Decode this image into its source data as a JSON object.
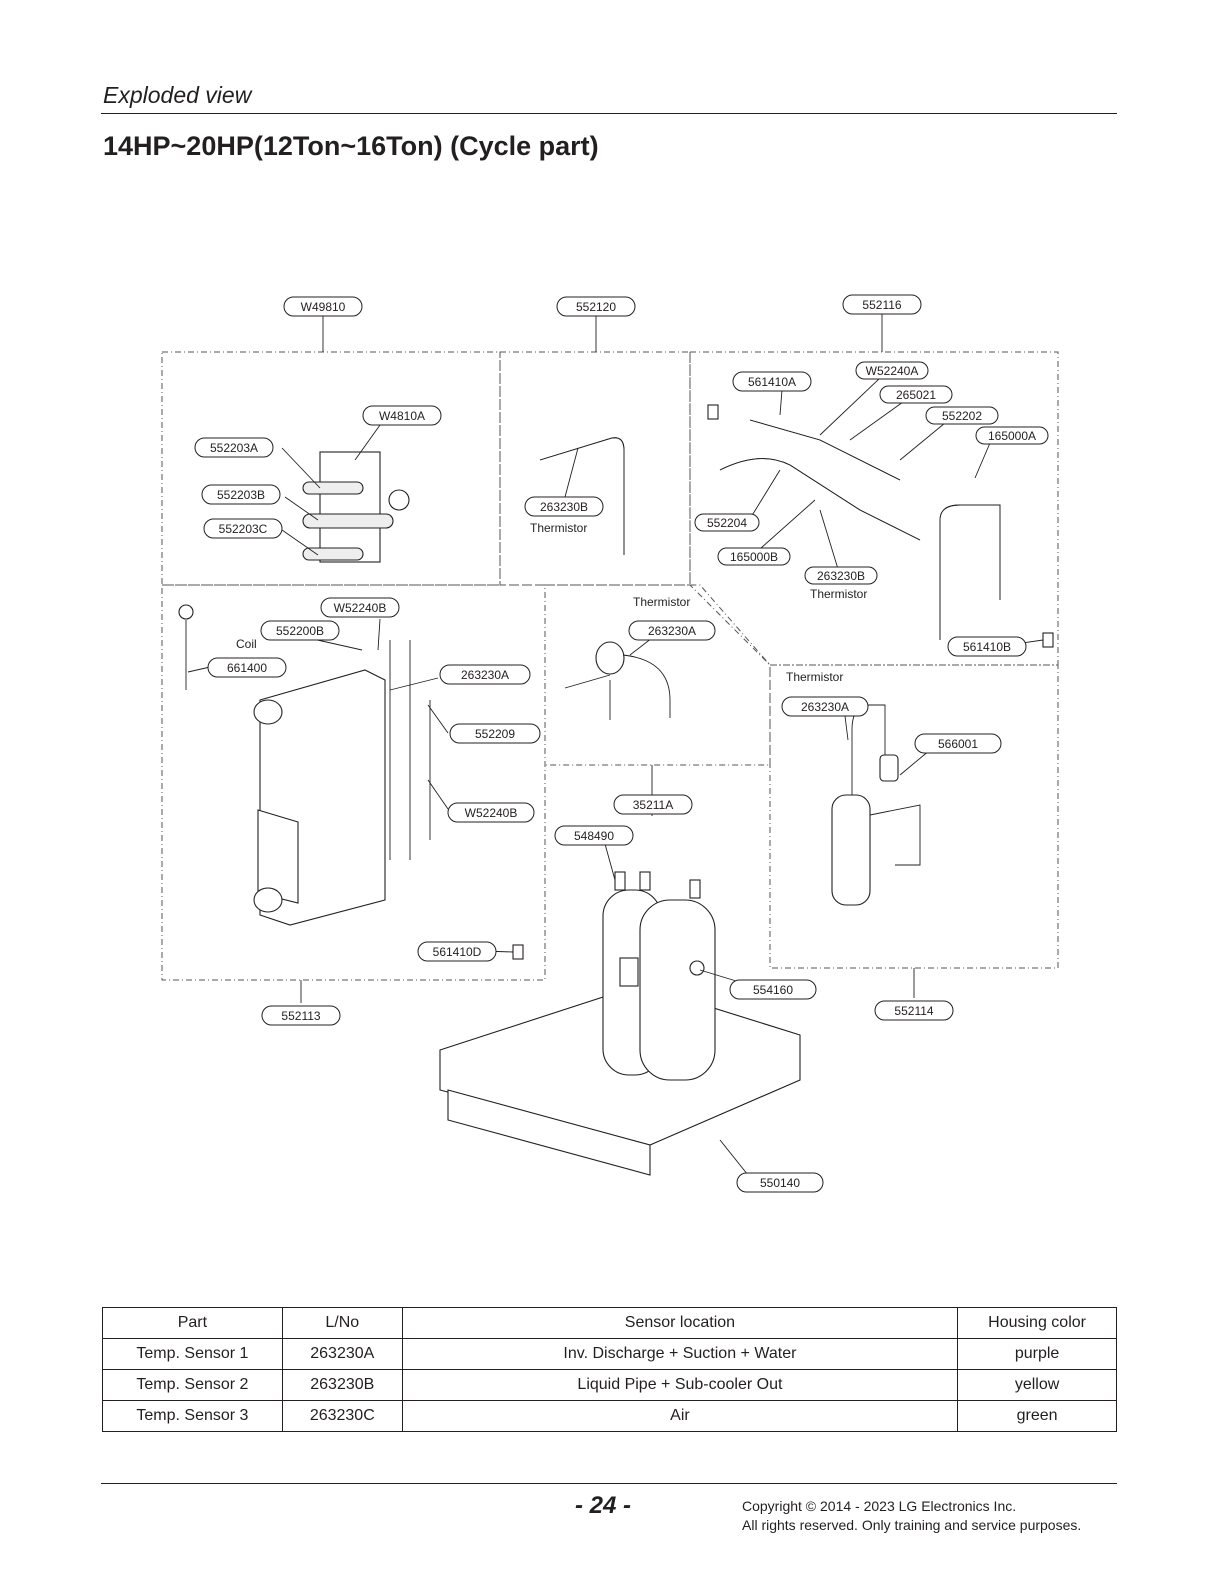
{
  "header": {
    "section": "Exploded view",
    "title": "14HP~20HP(12Ton~16Ton) (Cycle part)"
  },
  "callouts": {
    "group_w49810": "W49810",
    "group_552120": "552120",
    "group_552116": "552116",
    "group_552113": "552113",
    "group_552114": "552114",
    "w4810a": "W4810A",
    "p552203a": "552203A",
    "p552203b": "552203B",
    "p552203c": "552203C",
    "p263230b_mid": "263230B",
    "p561410a": "561410A",
    "w52240a": "W52240A",
    "p265021": "265021",
    "p552202": "552202",
    "p165000a": "165000A",
    "p552204": "552204",
    "p165000b": "165000B",
    "p263230b_right": "263230B",
    "p561410b": "561410B",
    "w52240b_top": "W52240B",
    "p552200b": "552200B",
    "p661400": "661400",
    "p263230a_left": "263230A",
    "p552209": "552209",
    "w52240b_low": "W52240B",
    "p561410d": "561410D",
    "p263230a_center": "263230A",
    "p35211a": "35211A",
    "p548490": "548490",
    "p263230a_right": "263230A",
    "p566001": "566001",
    "p554160": "554160",
    "p550140": "550140"
  },
  "labels": {
    "thermistor_mid": "Thermistor",
    "thermistor_right": "Thermistor",
    "thermistor_center": "Thermistor",
    "thermistor_lower_right": "Thermistor",
    "coil": "Coil"
  },
  "table": {
    "headers": [
      "Part",
      "L/No",
      "Sensor location",
      "Housing color"
    ],
    "rows": [
      [
        "Temp. Sensor 1",
        "263230A",
        "Inv. Discharge + Suction + Water",
        "purple"
      ],
      [
        "Temp. Sensor 2",
        "263230B",
        "Liquid Pipe + Sub-cooler Out",
        "yellow"
      ],
      [
        "Temp. Sensor 3",
        "263230C",
        "Air",
        "green"
      ]
    ]
  },
  "footer": {
    "page": "- 24 -",
    "copyright_line1": "Copyright © 2014 - 2023 LG Electronics Inc.",
    "copyright_line2": "All rights reserved. Only training and service purposes."
  }
}
